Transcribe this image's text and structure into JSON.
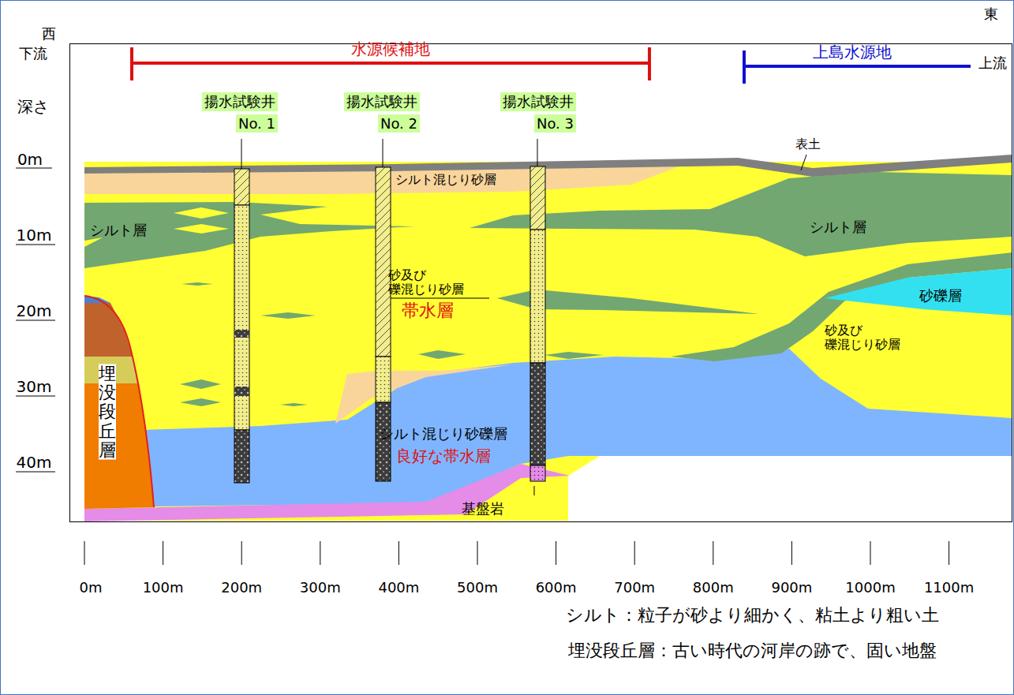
{
  "diagram": {
    "nodes": [
      {
        "text": [
          "揚水試験井",
          "No. 1"
        ]
      },
      {
        "text": [
          "揚水試験井",
          "No. 2"
        ]
      },
      {
        "text": [
          "揚水試験井",
          "No. 3"
        ]
      }
    ],
    "labels": [
      "西",
      "下流",
      "東",
      "上流",
      "水源候補地",
      "上島水源地",
      "深さ",
      "0m",
      "10m",
      "20m",
      "30m",
      "40m",
      "表土",
      "シルト混じり砂層",
      "シルト層",
      "シルト層",
      "砂及び 礫混じり砂層",
      "帯水層",
      "砂礫層",
      "砂及び 礫混じり砂層",
      "シルト混じり砂礫層",
      "良好な帯水層",
      "基盤岩",
      "埋没段丘層",
      "0m",
      "100m",
      "200m",
      "300m",
      "400m",
      "500m",
      "600m",
      "700m",
      "800m",
      "900m",
      "1000m",
      "1100m",
      "シルト：粒子が砂より細かく、粘土より粗い土",
      "埋没段丘層：古い時代の河岸の跡で、固い地盤"
    ]
  }
}
